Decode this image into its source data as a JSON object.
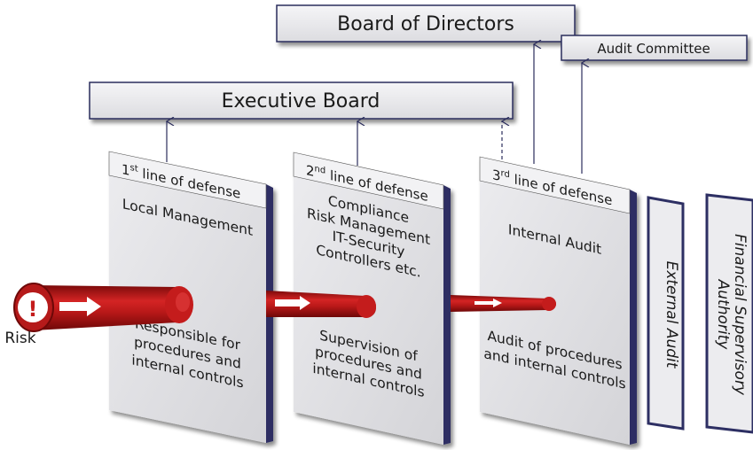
{
  "boxes": {
    "board_of_directors": "Board of Directors",
    "audit_committee": "Audit Committee",
    "executive_board": "Executive Board"
  },
  "lines": [
    {
      "num": "1",
      "sup": "st",
      "suffix": " line of defense",
      "top_lines": [
        "Local Management"
      ],
      "bottom_lines": [
        "Responsible for",
        "procedures and",
        "internal controls"
      ]
    },
    {
      "num": "2",
      "sup": "nd",
      "suffix": " line of defense",
      "top_lines": [
        "Compliance",
        "Risk Management",
        "IT-Security",
        "Controllers etc."
      ],
      "bottom_lines": [
        "Supervision of",
        "procedures and",
        "internal controls"
      ]
    },
    {
      "num": "3",
      "sup": "rd",
      "suffix": " line of defense",
      "top_lines": [
        "Internal Audit"
      ],
      "bottom_lines": [
        "Audit of procedures",
        "and internal controls"
      ]
    }
  ],
  "external_audit": "External Audit",
  "supervisory": [
    "Financial Supervisory",
    "Authority"
  ],
  "risk": {
    "label": "Risk",
    "icon": "exclamation-icon",
    "glyph": "!"
  },
  "colors": {
    "box_fill": "#e9e9ec",
    "box_stroke": "#2b2d5c",
    "panel_fill": "#e2e2e5",
    "panel_header": "#f2f2f4",
    "panel_side": "#2d2f63",
    "arrow_red": "#b01919",
    "line_color": "#2b2d5c"
  }
}
